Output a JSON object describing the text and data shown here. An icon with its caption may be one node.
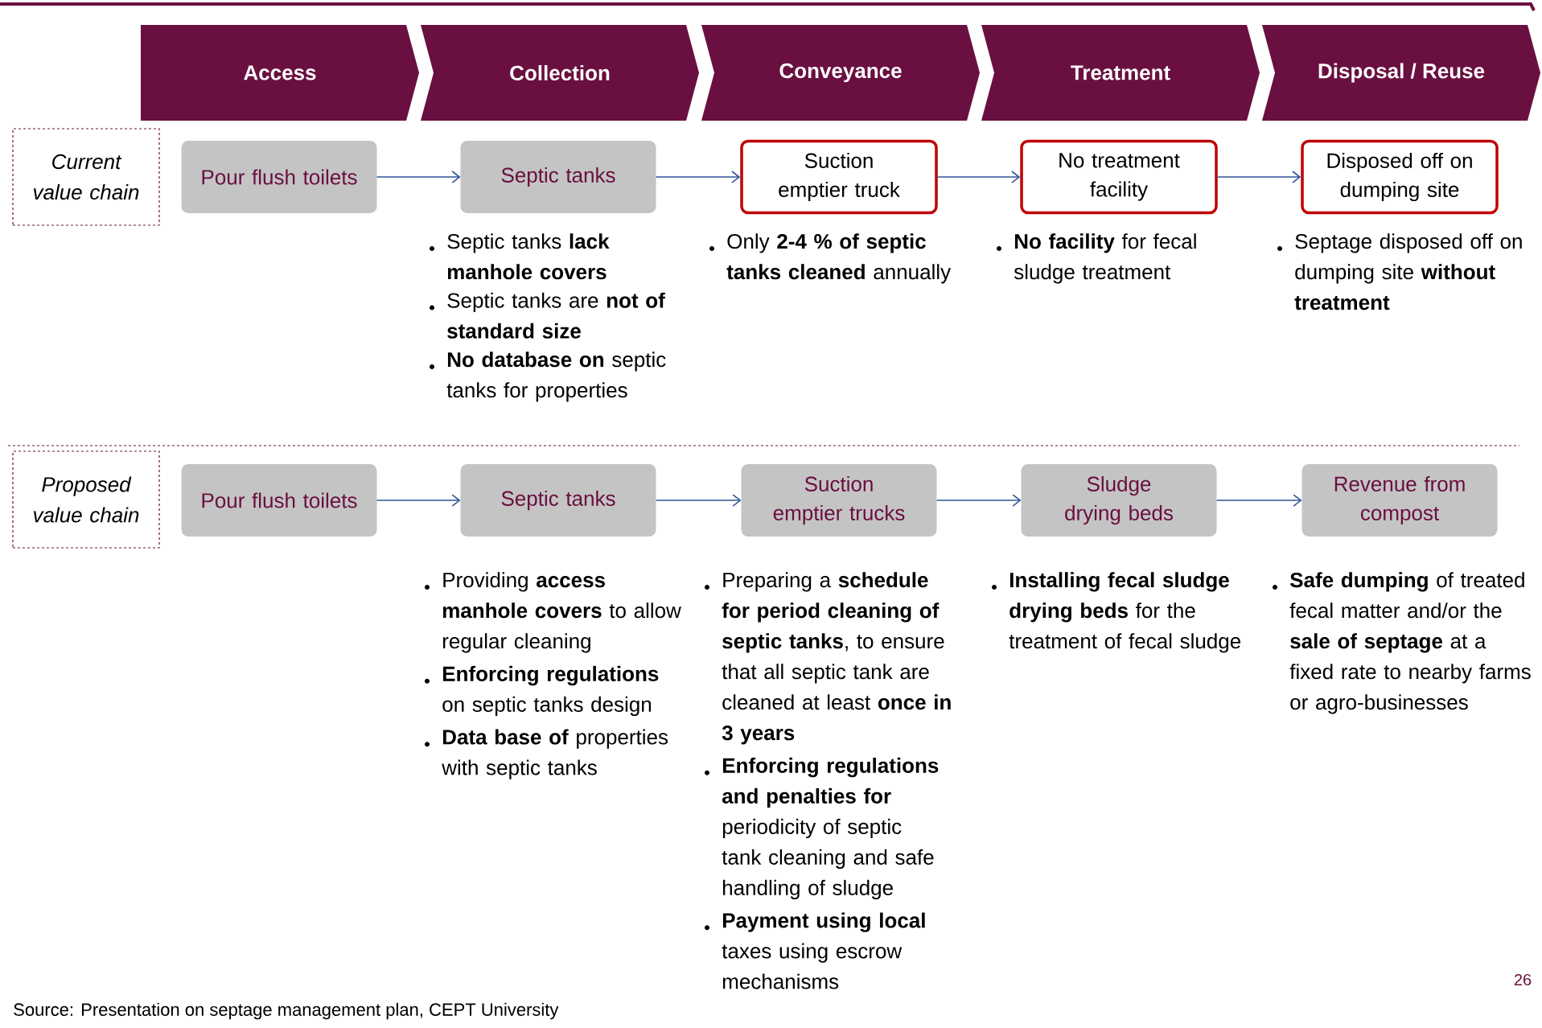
{
  "diagram": {
    "nodes": [
      {
        "text": [
          "Access"
        ]
      },
      {
        "text": [
          "Collection"
        ]
      },
      {
        "text": [
          "Conveyance"
        ]
      },
      {
        "text": [
          "Treatment"
        ]
      },
      {
        "text": [
          "Disposal / Reuse"
        ]
      },
      {
        "text": [
          "Current value chain"
        ]
      },
      {
        "text": [
          "Pour flush toilets"
        ]
      },
      {
        "text": [
          "Septic tanks"
        ]
      },
      {
        "text": [
          "Suction emptier truck"
        ]
      },
      {
        "text": [
          "No treatment facility"
        ]
      },
      {
        "text": [
          "Disposed off on dumping site"
        ]
      },
      {
        "text": [
          "Proposed value chain"
        ]
      },
      {
        "text": [
          "Pour flush toilets"
        ]
      },
      {
        "text": [
          "Septic tanks"
        ]
      },
      {
        "text": [
          "Suction emptier trucks"
        ]
      },
      {
        "text": [
          "Sludge drying beds"
        ]
      },
      {
        "text": [
          "Revenue from compost"
        ]
      }
    ],
    "edges": [
      {
        "from": 6,
        "to": 7,
        "arrow": "to"
      },
      {
        "from": 7,
        "to": 8,
        "arrow": "to"
      },
      {
        "from": 8,
        "to": 9,
        "arrow": "to"
      },
      {
        "from": 9,
        "to": 10,
        "arrow": "to"
      },
      {
        "from": 12,
        "to": 13,
        "arrow": "to"
      },
      {
        "from": 13,
        "to": 14,
        "arrow": "to"
      },
      {
        "from": 14,
        "to": 15,
        "arrow": "to"
      },
      {
        "from": 15,
        "to": 16,
        "arrow": "to"
      }
    ],
    "labels": [
      "Septic tanks **lack manhole covers**",
      "Septic tanks are **not of standard size**",
      "**No database on** septic tanks for properties",
      "Only **2-4 % of septic tanks cleaned** annually",
      "**No facility** for fecal sludge treatment",
      "Septage disposed off on dumping site **without treatment**",
      "Providing **access manhole covers** to allow regular cleaning",
      "**Enforcing regulations** on septic tanks design",
      "**Data base  of** properties with septic tanks",
      "Preparing a **schedule for period cleaning of septic tanks**, to ensure that all septic tank are cleaned at least **once in 3 years**",
      "**Enforcing regulations and penalties for** periodicity of septic tank cleaning and safe handling of sludge",
      "**Payment using local** taxes  using escrow mechanisms",
      "**Installing fecal sludge drying beds** for the treatment of fecal sludge",
      "**Safe dumping** of treated fecal matter and/or the **sale of septage** at a fixed rate to nearby farms or agro-businesses",
      "Source: Presentation on septage management plan, CEPT University",
      "26"
    ]
  }
}
